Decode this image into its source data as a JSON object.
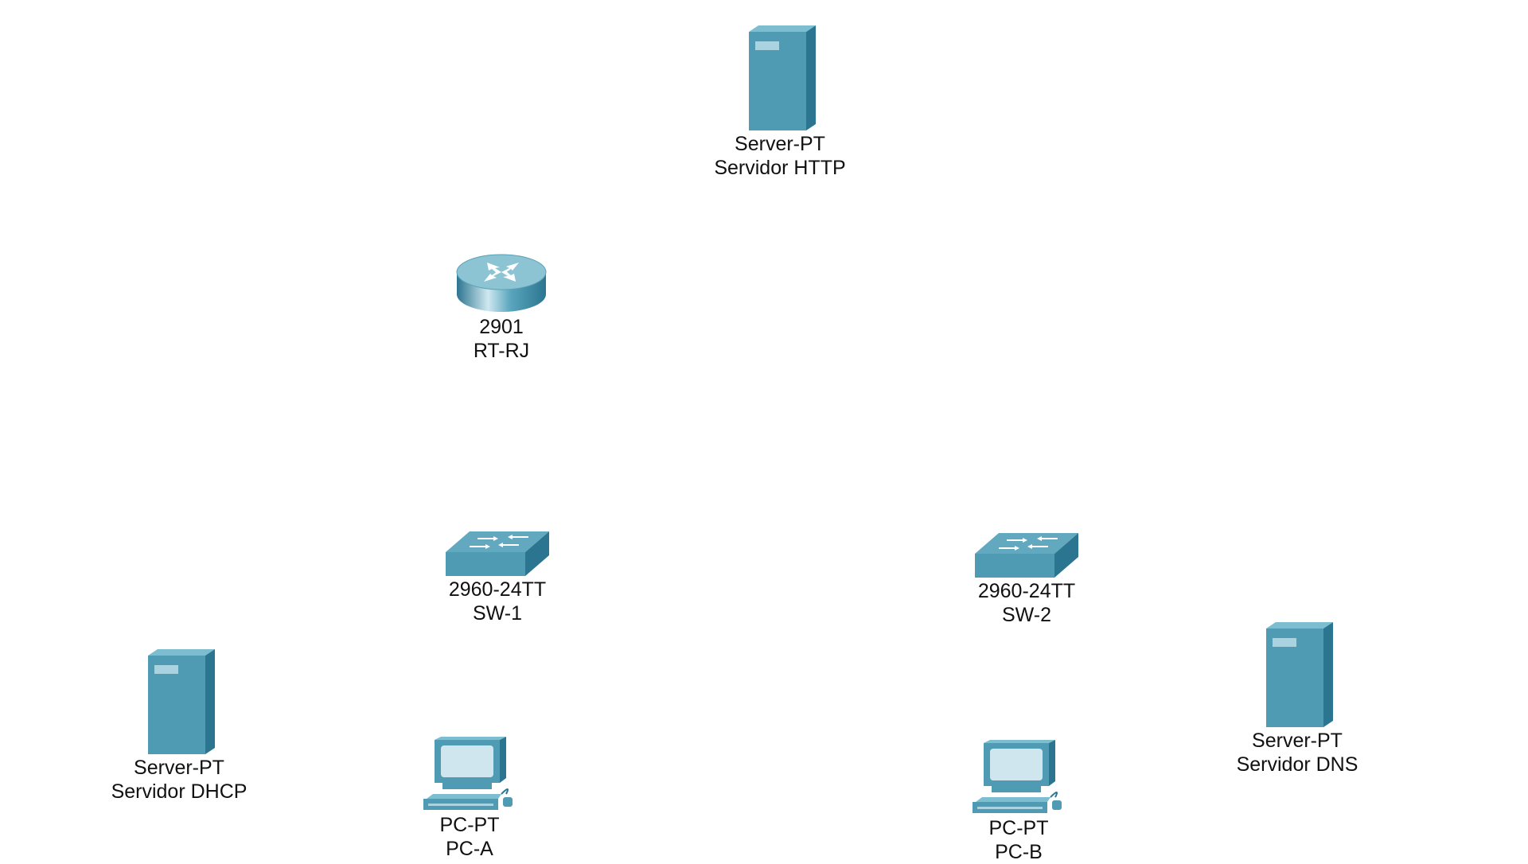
{
  "colors": {
    "device_body": "#4f9bb4",
    "device_side": "#2c7590",
    "device_top": "#6db1c6",
    "background": "#ffffff",
    "label_text": "#111111"
  },
  "devices": {
    "http_server": {
      "icon": "server-icon",
      "model": "Server-PT",
      "name": "Servidor HTTP"
    },
    "router": {
      "icon": "router-icon",
      "model": "2901",
      "name": "RT-RJ"
    },
    "switch1": {
      "icon": "switch-icon",
      "model": "2960-24TT",
      "name": "SW-1"
    },
    "switch2": {
      "icon": "switch-icon",
      "model": "2960-24TT",
      "name": "SW-2"
    },
    "dhcp_server": {
      "icon": "server-icon",
      "model": "Server-PT",
      "name": "Servidor DHCP"
    },
    "pc_a": {
      "icon": "pc-icon",
      "model": "PC-PT",
      "name": "PC-A"
    },
    "pc_b": {
      "icon": "pc-icon",
      "model": "PC-PT",
      "name": "PC-B"
    },
    "dns_server": {
      "icon": "server-icon",
      "model": "Server-PT",
      "name": "Servidor DNS"
    }
  }
}
